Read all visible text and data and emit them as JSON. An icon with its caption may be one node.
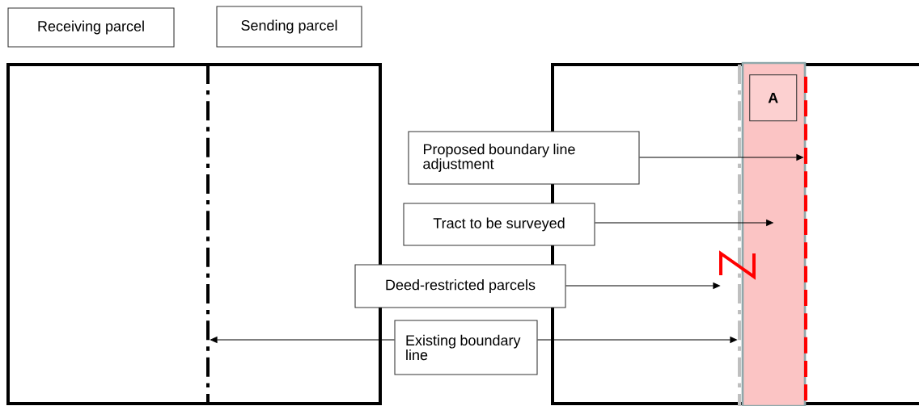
{
  "diagram": {
    "nodes": [
      {
        "text": [
          "Receiving parcel"
        ]
      },
      {
        "text": [
          "Sending parcel"
        ]
      },
      {
        "text": [],
        "shape": "line"
      },
      {
        "text": [],
        "shape": "line"
      },
      {
        "text": [],
        "shape": "bar"
      },
      {
        "text": [
          "A"
        ],
        "in": 4
      },
      {
        "text": [],
        "shape": "line"
      },
      {
        "text": [
          "Proposed boundary line adjustment"
        ]
      },
      {
        "text": [
          "Tract to be surveyed"
        ]
      },
      {
        "text": [],
        "shape": "picture"
      },
      {
        "text": [
          "Deed-restricted parcels"
        ]
      },
      {
        "text": [
          "Existing boundary line"
        ]
      }
    ],
    "edges": [
      {
        "from": 7,
        "to": 6,
        "arrow": "to"
      },
      {
        "from": 8,
        "to": 4,
        "arrow": "to"
      },
      {
        "from": 10,
        "to": 9,
        "arrow": "to"
      },
      {
        "from": 11,
        "to": 2,
        "arrow": "to"
      },
      {
        "from": 11,
        "to": 3,
        "arrow": "to"
      }
    ]
  }
}
